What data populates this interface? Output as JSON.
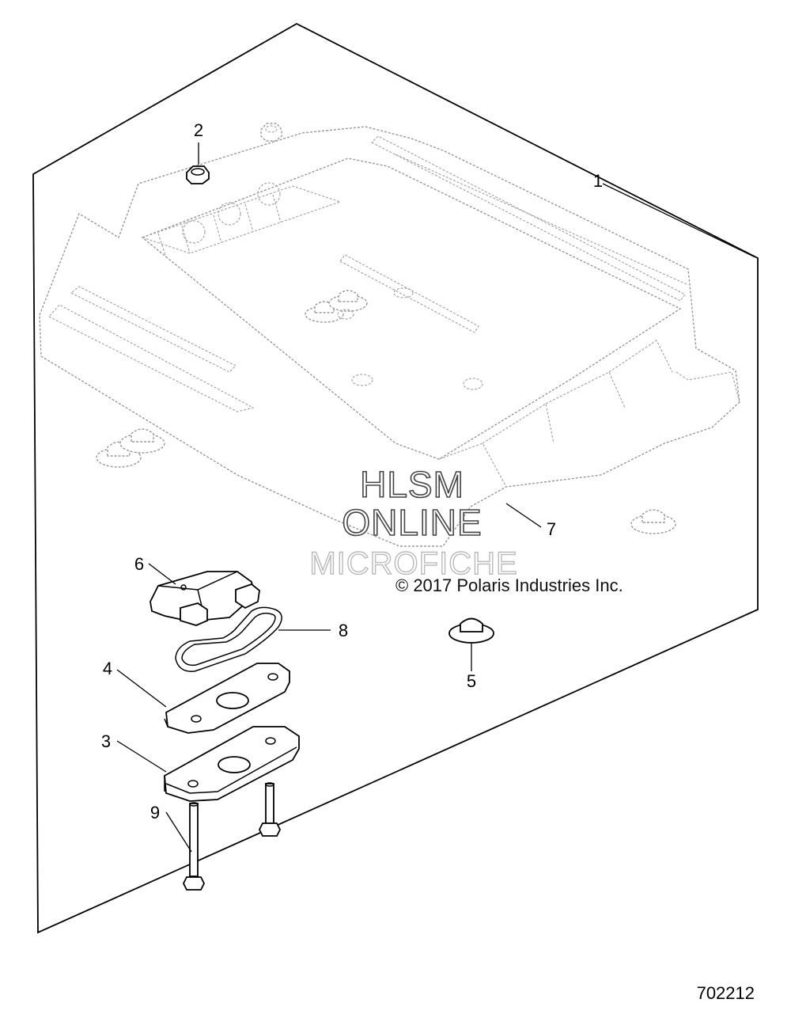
{
  "callouts": {
    "c1": "1",
    "c2": "2",
    "c3": "3",
    "c4": "4",
    "c5": "5",
    "c6": "6",
    "c7": "7",
    "c8": "8",
    "c9": "9"
  },
  "copyright": "© 2017 Polaris Industries Inc.",
  "watermark": {
    "line1": "HLSM",
    "line2": "ONLINE",
    "line3": "MICROFICHE"
  },
  "figure_number": "702212"
}
